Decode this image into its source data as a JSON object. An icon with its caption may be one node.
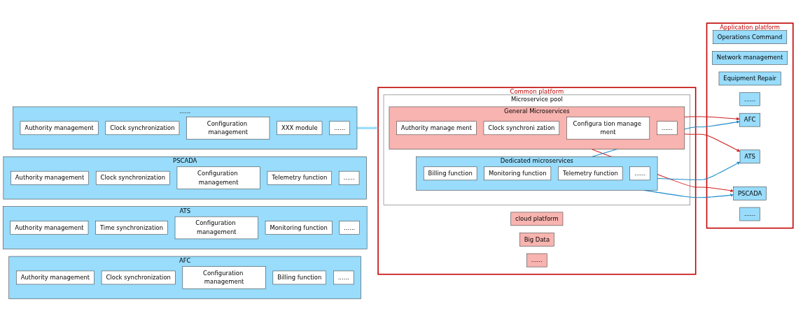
{
  "diagram": {
    "nodes": [
      {
        "text": [
          "AFC"
        ]
      },
      {
        "text": [
          "Authority management"
        ],
        "in": 0
      },
      {
        "text": [
          "Clock synchronization"
        ],
        "in": 0
      },
      {
        "text": [
          "Configuration management"
        ],
        "in": 0
      },
      {
        "text": [
          "Billing function"
        ],
        "in": 0
      },
      {
        "text": [
          "......"
        ],
        "in": 0
      },
      {
        "text": [
          "ATS"
        ]
      },
      {
        "text": [
          "Authority management"
        ],
        "in": 6
      },
      {
        "text": [
          "Time synchronization"
        ],
        "in": 6
      },
      {
        "text": [
          "Configuration management"
        ],
        "in": 6
      },
      {
        "text": [
          "Monitoring function"
        ],
        "in": 6
      },
      {
        "text": [
          "......"
        ],
        "in": 6
      },
      {
        "text": [
          "PSCADA"
        ]
      },
      {
        "text": [
          "Authority management"
        ],
        "in": 12
      },
      {
        "text": [
          "Clock synchronization"
        ],
        "in": 12
      },
      {
        "text": [
          "Configuration management"
        ],
        "in": 12
      },
      {
        "text": [
          "Telemetry function"
        ],
        "in": 12
      },
      {
        "text": [
          "......"
        ],
        "in": 12
      },
      {
        "text": [
          "......"
        ]
      },
      {
        "text": [
          "Authority management"
        ],
        "in": 18
      },
      {
        "text": [
          "Clock synchronization"
        ],
        "in": 18
      },
      {
        "text": [
          "Configuration management"
        ],
        "in": 18
      },
      {
        "text": [
          "XXX module"
        ],
        "in": 18
      },
      {
        "text": [
          "......"
        ],
        "in": 18
      },
      {
        "text": [
          "Application platform"
        ]
      },
      {
        "text": [
          "Operations Command"
        ],
        "in": 24
      },
      {
        "text": [
          "Network management"
        ],
        "in": 24
      },
      {
        "text": [
          "Equipment Repair"
        ],
        "in": 24
      },
      {
        "text": [
          "......"
        ],
        "in": 24
      },
      {
        "text": [
          "AFC"
        ],
        "in": 24
      },
      {
        "text": [
          "ATS"
        ],
        "in": 24
      },
      {
        "text": [
          "PSCADA"
        ],
        "in": 24
      },
      {
        "text": [
          "......"
        ],
        "in": 24
      },
      {
        "text": [
          "Common platform"
        ]
      },
      {
        "text": [
          "Microservice pool"
        ],
        "in": 33
      },
      {
        "text": [
          "General Microservices"
        ],
        "in": 34
      },
      {
        "text": [
          "Authority manage ment"
        ],
        "in": 35
      },
      {
        "text": [
          "Clock synchroni zation"
        ],
        "in": 35
      },
      {
        "text": [
          "Configura tion manage ment"
        ],
        "in": 35
      },
      {
        "text": [
          "......"
        ],
        "in": 35
      },
      {
        "text": [
          "Dedicated microservices"
        ],
        "in": 34
      },
      {
        "text": [
          "Billing function"
        ],
        "in": 40
      },
      {
        "text": [
          "Monitoring function"
        ],
        "in": 40
      },
      {
        "text": [
          "Telemetry function"
        ],
        "in": 40
      },
      {
        "text": [
          "......"
        ],
        "in": 40
      },
      {
        "text": [
          "cloud platform"
        ],
        "in": 33
      },
      {
        "text": [
          "Big Data"
        ],
        "in": 33
      },
      {
        "text": [
          "......"
        ],
        "in": 33
      }
    ],
    "edges": [
      {
        "from": 18,
        "to": 33,
        "arrow": "to",
        "style": "thick",
        "color": "#99dcfb"
      },
      {
        "from": 35,
        "to": 29,
        "arrow": "to",
        "color": "#d02020"
      },
      {
        "from": 35,
        "to": 30,
        "arrow": "to",
        "color": "#d02020"
      },
      {
        "from": 35,
        "to": 31,
        "arrow": "to",
        "color": "#d02020"
      },
      {
        "from": 40,
        "to": 29,
        "arrow": "to",
        "color": "#1a8ac8"
      },
      {
        "from": 40,
        "to": 30,
        "arrow": "to",
        "color": "#1a8ac8"
      },
      {
        "from": 40,
        "to": 31,
        "arrow": "to",
        "color": "#1a8ac8"
      }
    ]
  }
}
